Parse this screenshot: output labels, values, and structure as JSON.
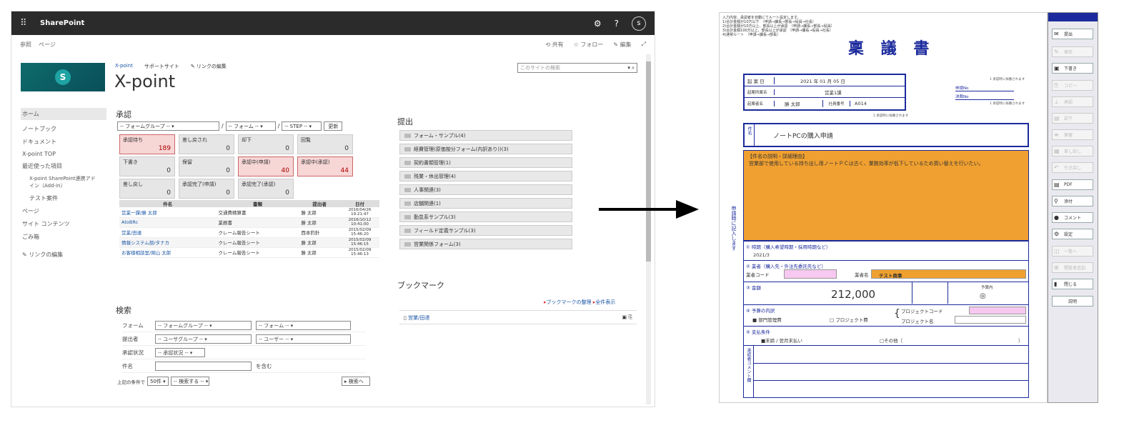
{
  "app": {
    "brand": "SharePoint",
    "help": "?",
    "user_initial": "s"
  },
  "subbar": {
    "left1": "参照",
    "left2": "ページ",
    "share": "共有",
    "follow": "フォロー",
    "edit": "編集"
  },
  "site": {
    "breadcrumb1": "X-point",
    "breadcrumb2": "サポートサイト",
    "breadcrumb3": "リンクの編集",
    "title": "X-point",
    "search_placeholder": "このサイトの検索"
  },
  "leftnav": [
    "ホーム",
    "ノートブック",
    "ドキュメント",
    "X-point TOP",
    "最近使った項目",
    "X-point SharePoint連携アドイン（Add-in）",
    "テスト案件",
    "ページ",
    "サイト コンテンツ",
    "ごみ箱",
    "リンクの編集"
  ],
  "approval": {
    "heading": "承認",
    "group_sel": "-- フォームグループ --",
    "form_sel": "-- フォーム --",
    "step_sel": "-- STEP --",
    "update": "更新",
    "tiles": [
      {
        "label": "承認待ち",
        "count": "189"
      },
      {
        "label": "差し戻され",
        "count": "0"
      },
      {
        "label": "却下",
        "count": "0"
      },
      {
        "label": "回覧",
        "count": "0"
      },
      {
        "label": "下書き",
        "count": "0"
      },
      {
        "label": "保留",
        "count": "0"
      },
      {
        "label": "承認中(申請)",
        "count": "40"
      },
      {
        "label": "承認中(承認)",
        "count": "44"
      },
      {
        "label": "差し戻し",
        "count": "0"
      },
      {
        "label": "承認完了(申請)",
        "count": "0"
      },
      {
        "label": "承認完了(承認)",
        "count": "0"
      }
    ],
    "table_headers": [
      "件名",
      "書類",
      "提出者",
      "日付"
    ],
    "rows": [
      [
        "営業一課/勝 太郎",
        "交通費精算書",
        "勝 太郎",
        "2016/04/26 19:21:47"
      ],
      [
        "AtoBRc",
        "業務書",
        "勝 太郎",
        "2016/10/12 10:41:00"
      ],
      [
        "営業/田達",
        "クレーム報告シート",
        "西本釣針",
        "2015/02/09 15:46:20"
      ],
      [
        "情報システム部/タナカ",
        "クレーム報告シート",
        "勝 太郎",
        "2015/02/09 15:46:15"
      ],
      [
        "お客様相談室/岡山 太郎",
        "クレーム報告シート",
        "勝 太郎",
        "2015/02/09 15:46:13"
      ]
    ]
  },
  "submit": {
    "heading": "提出",
    "folders": [
      "フォーム・サンプル(4)",
      "経費管理(原価按分フォーム(内訳あり))(3)",
      "契約書類管理(1)",
      "残業・休出管理(4)",
      "人事関連(3)",
      "店舗関連(1)",
      "勤怠系サンプル(3)",
      "フィールド定義サンプル(3)",
      "営業関係フォーム(3)"
    ]
  },
  "bookmark": {
    "heading": "ブックマーク",
    "manage": "ブックマークの整理",
    "show_all": "全件表示",
    "item": "営業/田達"
  },
  "search": {
    "heading": "検索",
    "form_label": "フォーム",
    "group_sel": "-- フォームグループ --",
    "form_sel": "-- フォーム --",
    "submitter_label": "提出者",
    "user_group_sel": "-- ユーザグループ --",
    "user_sel": "-- ユーザー --",
    "status_label": "承認状況",
    "status_sel": "-- 承認状況 --",
    "name_label": "件名",
    "contains": "を含む",
    "condition_prefix": "上記の条件で",
    "count_sel": "50件",
    "action_sel": "-- 検索する --",
    "go": "検索へ"
  },
  "doc": {
    "notes": [
      "入力内容、承認者を自動にてル一ト設定します。",
      "1)合計金額が10万以下　（申請→課長→部長→役員→社長）",
      "2)合計金額が10万以上、部長以上が承認　（申請→課長→部長→役員）",
      "3)合計金額100万以上、部長以上が承認　（申請→課長→役員→社長）",
      "4)通常ルート　（申請→課長→部長）"
    ],
    "title": "稟 議 書",
    "date_label": "起 案 日",
    "date_val": "2021 年 01 月 05 日",
    "dept_label": "起案所属名",
    "dept_val": "営業1課",
    "name_label": "起案者名",
    "name_val": "勝 太郎",
    "emp_label": "社員番号",
    "emp_val": "A014",
    "apply_no": "申請No",
    "decide_no": "決裁No",
    "auto_note1": "1 承認時に採番されます",
    "auto_note2": "1 承認時に採番されます",
    "auto_note3": "1 承認時に採番されます",
    "subject_tag": "件名",
    "subject": "ノートPCの購入申請",
    "reason_label": "【件名の説明・詳細理由】",
    "reason": "営業部で使用している持ち出し用ノートＰＣは古く、業務効率が低下しているため買い替えを行いたい。",
    "side_label": "申請時に記入します",
    "s1": "① 時期（購入希望時期・採用時期など）",
    "s1_val": "2021/3",
    "s2": "② 業者（購入先・外注先委託先など）",
    "vendor_code": "業者コード",
    "vendor_name": "業者名",
    "vendor_val": "テスト商事",
    "s3": "③ 金額",
    "amount": "212,000",
    "budget": "予算内",
    "s4": "④ 予算の内訳",
    "sales_mgmt": "■ 部門管理費",
    "project_cost": "□ プロジェクト費",
    "project_code": "プロジェクトコード",
    "project_name": "プロジェクト名",
    "s5": "⑤ 支払条件",
    "pay1": "■末締 / 翌月末払い",
    "pay2": "□その他（",
    "comment_label": "承認者コメント欄"
  },
  "toolbar": [
    {
      "label": "提出",
      "icon": "✉",
      "on": true
    },
    {
      "label": "保存",
      "icon": "✎",
      "on": false
    },
    {
      "label": "下書き",
      "icon": "▣",
      "on": true
    },
    {
      "label": "コピー",
      "icon": "⎘",
      "on": false
    },
    {
      "label": "承認",
      "icon": "⊥",
      "on": false
    },
    {
      "label": "却下",
      "icon": "▤",
      "on": false
    },
    {
      "label": "保留",
      "icon": "≡",
      "on": false
    },
    {
      "label": "差し戻し",
      "icon": "▦",
      "on": false
    },
    {
      "label": "引き戻し",
      "icon": "↶",
      "on": false
    },
    {
      "label": "PDF",
      "icon": "▤",
      "on": true
    },
    {
      "label": "添付",
      "icon": "⚲",
      "on": true
    },
    {
      "label": "コメント",
      "icon": "●",
      "on": true
    },
    {
      "label": "設定",
      "icon": "⚙",
      "on": true
    },
    {
      "label": "一覧へ",
      "icon": "◫",
      "on": false
    },
    {
      "label": "閲覧者追加",
      "icon": "⊞",
      "on": false
    },
    {
      "label": "閉じる",
      "icon": "▮",
      "on": true
    },
    {
      "label": "説明",
      "icon": "",
      "on": true
    }
  ],
  "colors": {
    "topbar": "#2b2b2b",
    "accent_blue": "#1b2a9c",
    "orange": "#f0a030",
    "pink": "#f7c8f0"
  }
}
